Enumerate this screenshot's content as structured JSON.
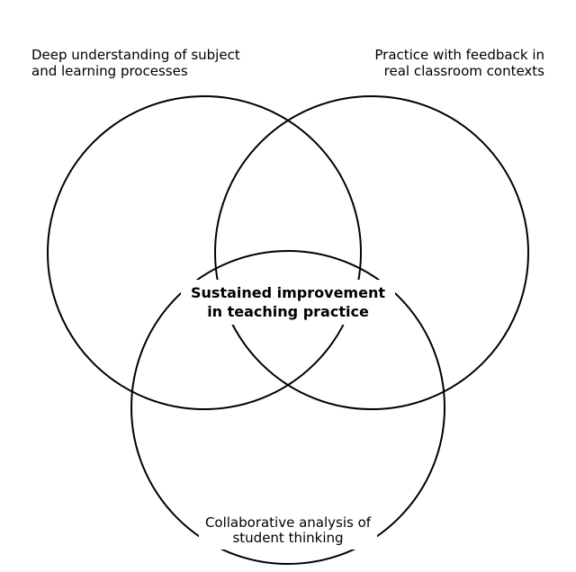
{
  "labels": {
    "top_left": [
      "Deep understanding of subject",
      "and learning processes"
    ],
    "top_right": [
      "Practice with feedback in",
      "real classroom contexts"
    ],
    "bottom": [
      "Collaborative analysis of",
      "student thinking"
    ],
    "center": [
      "Sustained improvement",
      "in teaching practice"
    ]
  }
}
